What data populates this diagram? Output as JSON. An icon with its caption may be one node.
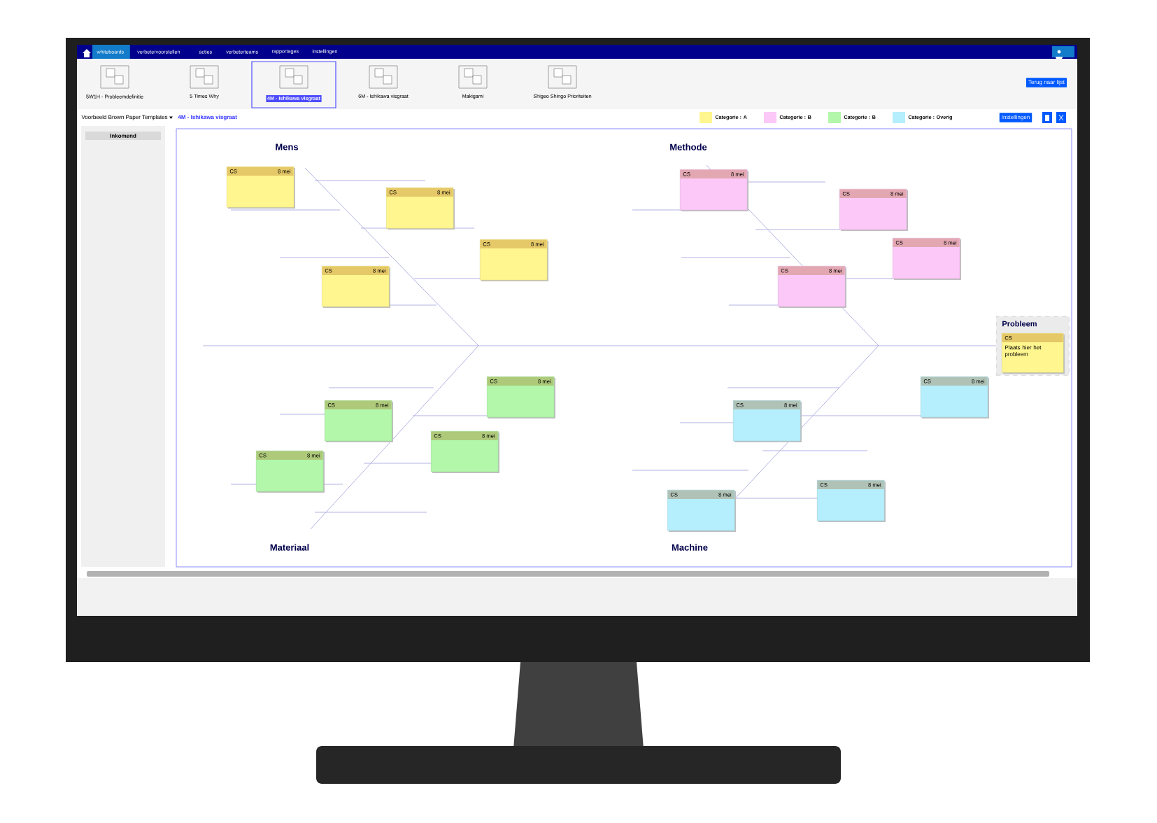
{
  "diagram": {
    "nodes": [
      {
        "text": [
          "CS",
          "8 mei"
        ]
      },
      {
        "text": [
          "CS",
          "8 mei"
        ]
      },
      {
        "text": [
          "CS",
          "8 mei"
        ]
      },
      {
        "text": [
          "CS",
          "8 mei"
        ]
      },
      {
        "text": [
          "CS",
          "8 mei"
        ]
      },
      {
        "text": [
          "CS",
          "8 mei"
        ]
      },
      {
        "text": [
          "CS",
          "8 mei"
        ]
      },
      {
        "text": [
          "CS",
          "8 mei"
        ]
      },
      {
        "text": [
          "CS",
          "8 mei"
        ]
      },
      {
        "text": [
          "CS",
          "8 mei"
        ]
      },
      {
        "text": [
          "CS",
          "8 mei"
        ]
      },
      {
        "text": [
          "CS",
          "8 mei"
        ]
      },
      {
        "text": [
          "CS",
          "8 mei"
        ]
      },
      {
        "text": [
          "CS",
          "8 mei"
        ]
      },
      {
        "text": [
          "CS",
          "8 mei"
        ]
      },
      {
        "text": [
          "CS",
          "8 mei"
        ]
      },
      {
        "text": [
          "Probleem"
        ]
      },
      {
        "text": [
          "CS",
          "Plaats hier het probleem"
        ],
        "in": 16
      }
    ],
    "labels": [
      "whiteboards",
      "verbetervoorstellen",
      "acties",
      "verbeterteams",
      "rapportages",
      "instellingen",
      "5W1H - Probleemdefinitie",
      "5 Times Why",
      "4M - Ishikawa visgraat",
      "6M - Ishikawa visgraat",
      "Makigami",
      "Shigeo Shingo Prioriteiten",
      "Terug naar lijst",
      "Voorbeeld Brown Paper Templates",
      "4M - Ishikawa visgraat",
      "Instellingen",
      "Inkomend",
      "Mens",
      "Methode",
      "Materiaal",
      "Machine"
    ],
    "legend": [
      {
        "text": "Categorie : A",
        "color": "#fff68f"
      },
      {
        "text": "Categorie : B",
        "color": "#fbc8f8"
      },
      {
        "text": "Categorie : B",
        "color": "#b2f7aa"
      },
      {
        "text": "Categorie : Overig",
        "color": "#b5eefc"
      }
    ]
  }
}
